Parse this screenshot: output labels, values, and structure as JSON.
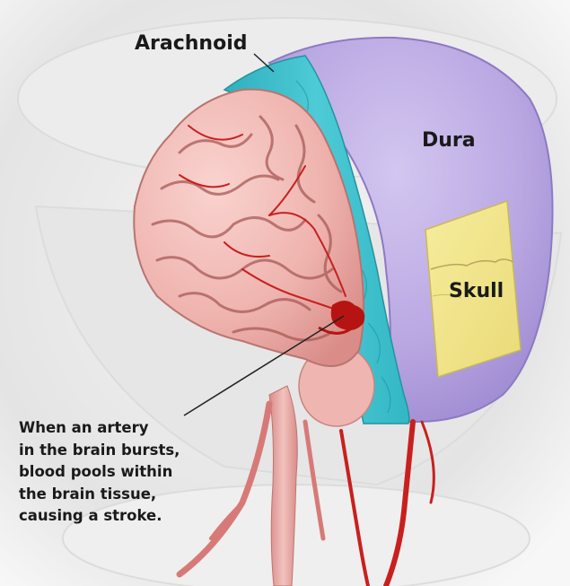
{
  "labels": {
    "arachnoid": "Arachnoid",
    "dura": "Dura",
    "skull": "Skull"
  },
  "caption": {
    "lines": [
      "When an artery",
      "in the brain bursts,",
      "blood pools within",
      "the brain tissue,",
      "causing a stroke."
    ]
  },
  "colors": {
    "dura": "#b9a7e2",
    "arachnoid": "#3fc3cf",
    "skull": "#f1e48c",
    "brain": "#f0b8b4",
    "artery": "#c8201e",
    "label_text": "#1a1a1a"
  }
}
